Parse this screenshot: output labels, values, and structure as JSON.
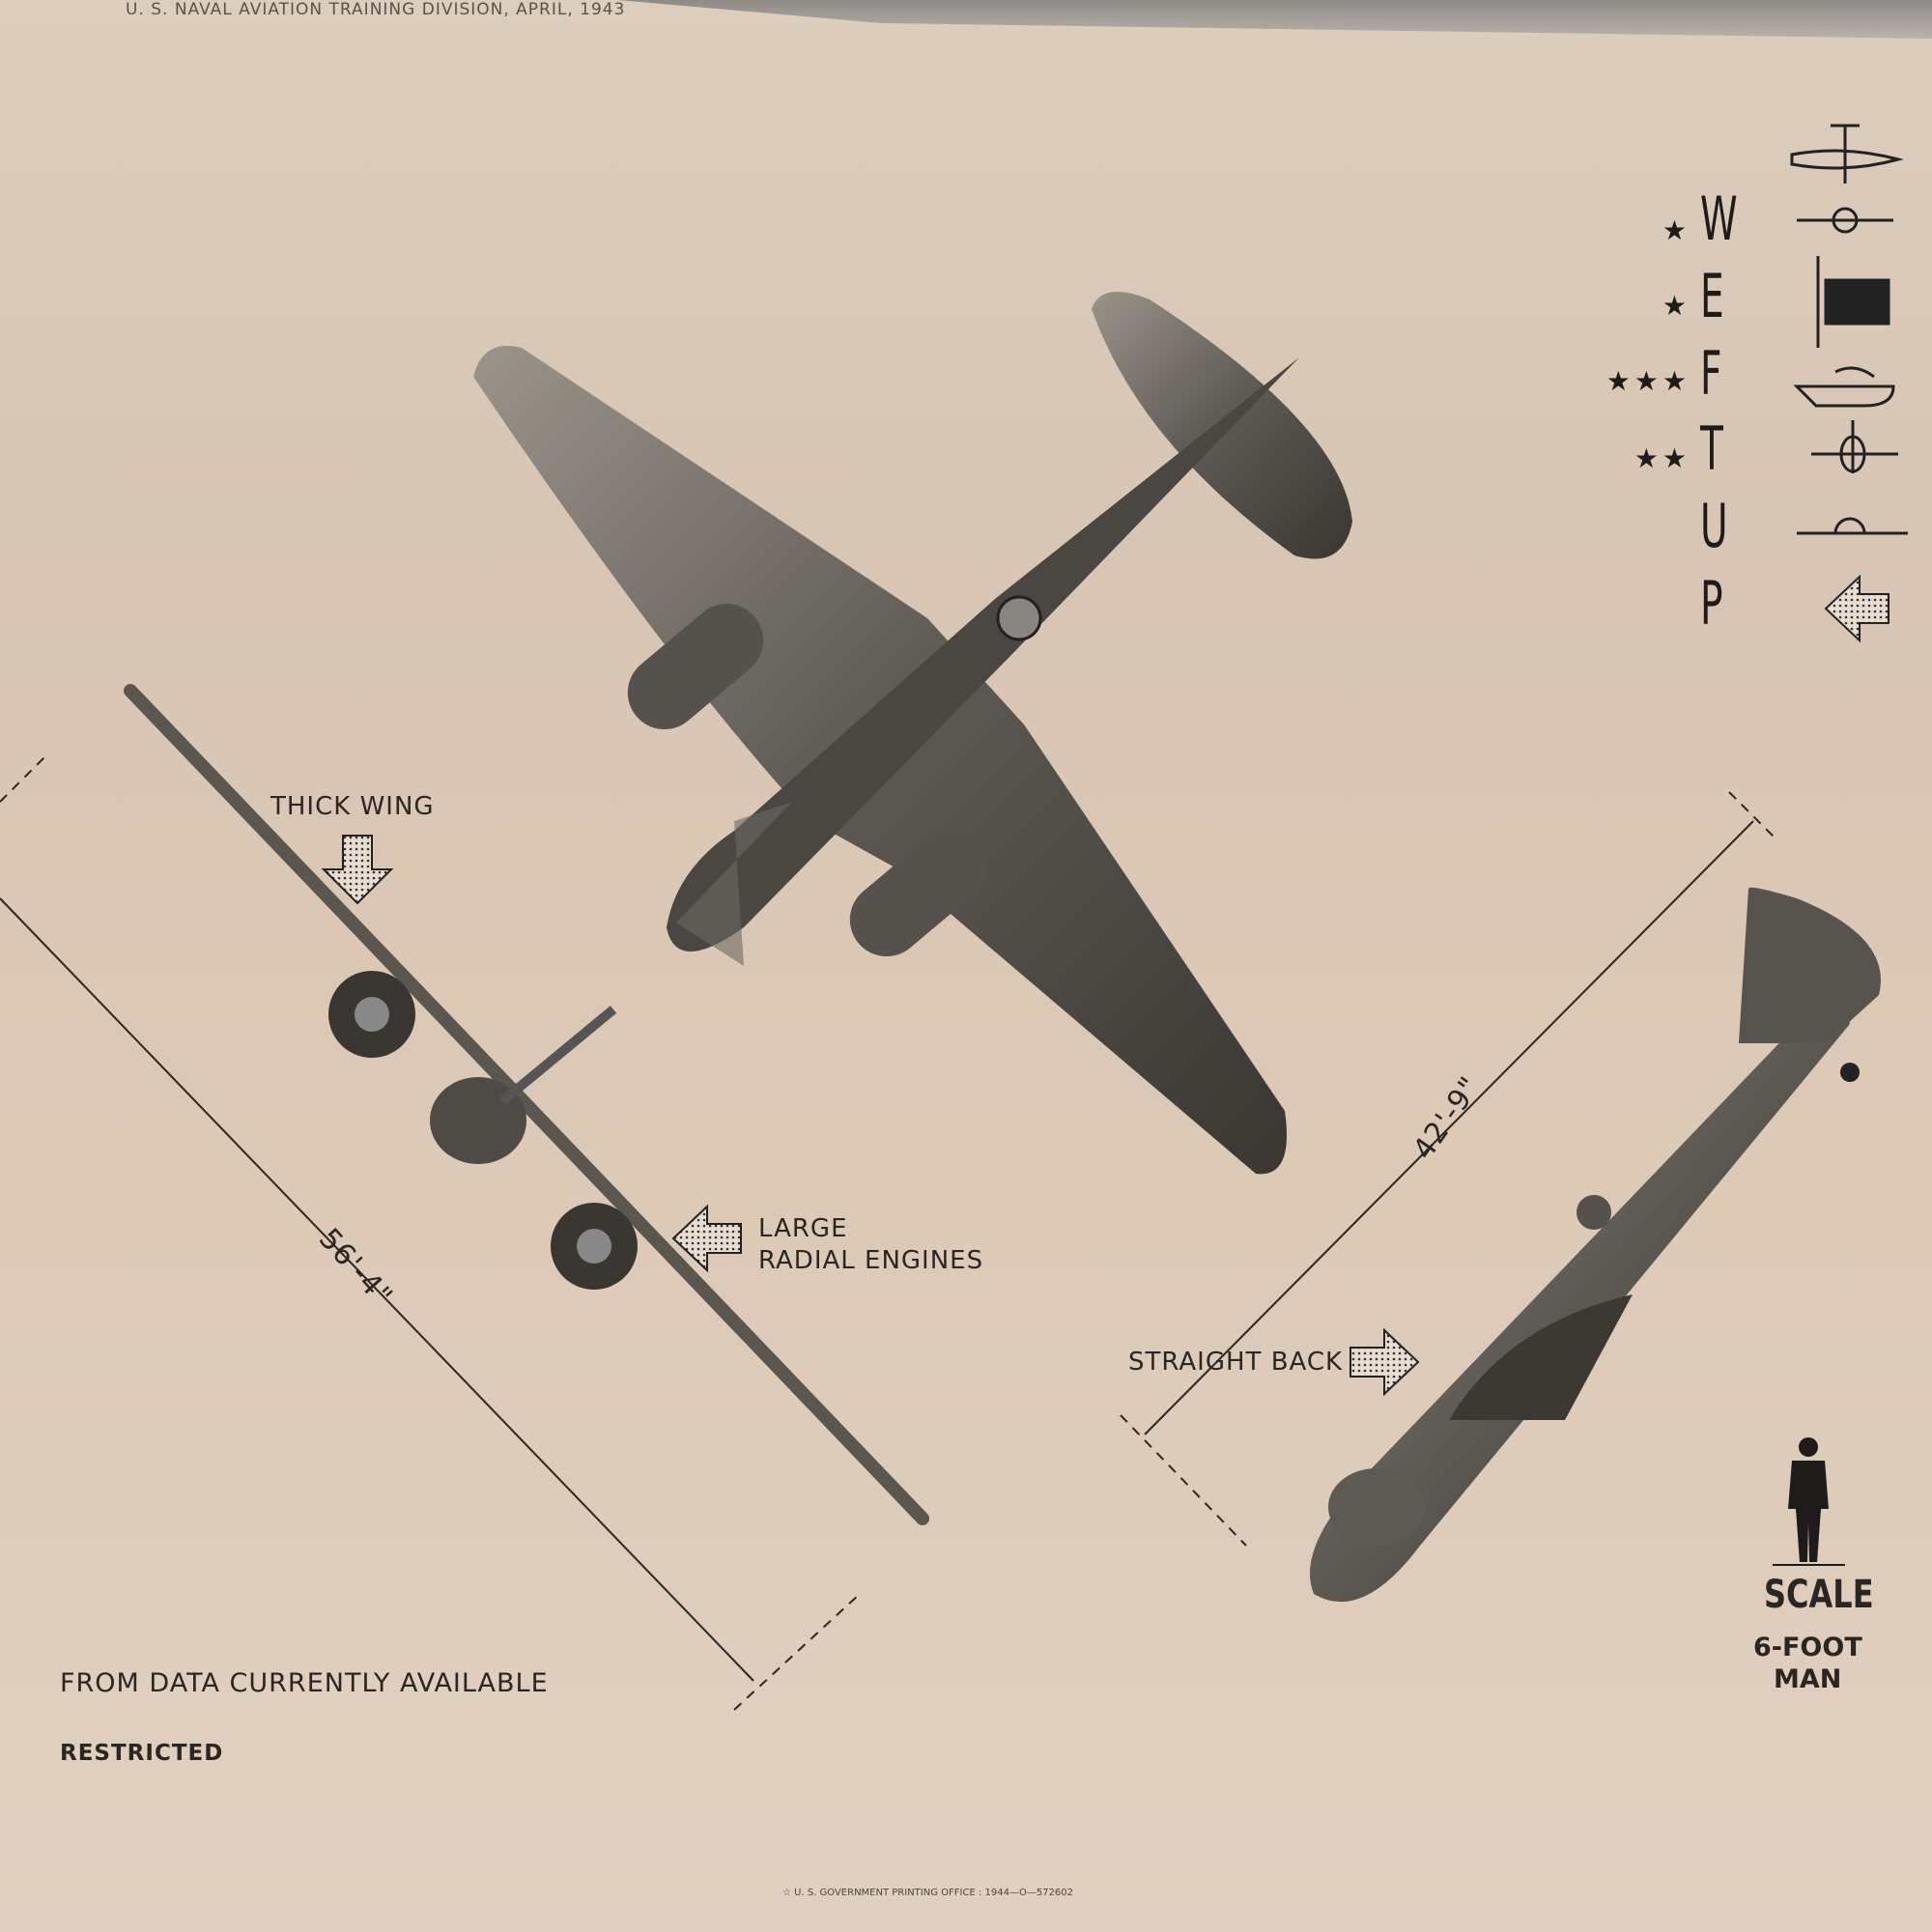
{
  "header": {
    "credit": "U. S. NAVAL AVIATION TRAINING DIVISION, APRIL, 1943"
  },
  "callouts": {
    "thick_wing": "THICK WING",
    "large_radial_1": "LARGE",
    "large_radial_2": "RADIAL ENGINES",
    "straight_back": "STRAIGHT BACK"
  },
  "dimensions": {
    "span": "56'-4\"",
    "length": "42'-9\""
  },
  "weftup": {
    "letters": [
      "W",
      "E",
      "F",
      "T",
      "U",
      "P"
    ],
    "stars": [
      "★",
      "★",
      "★★★",
      "★★",
      "",
      ""
    ]
  },
  "scale": {
    "title": "SCALE",
    "line1": "6-FOOT",
    "line2": "MAN"
  },
  "footer": {
    "data_note": "FROM DATA CURRENTLY AVAILABLE",
    "classification": "RESTRICTED",
    "printer": "☆ U. S. GOVERNMENT PRINTING OFFICE : 1944—O—572602"
  }
}
